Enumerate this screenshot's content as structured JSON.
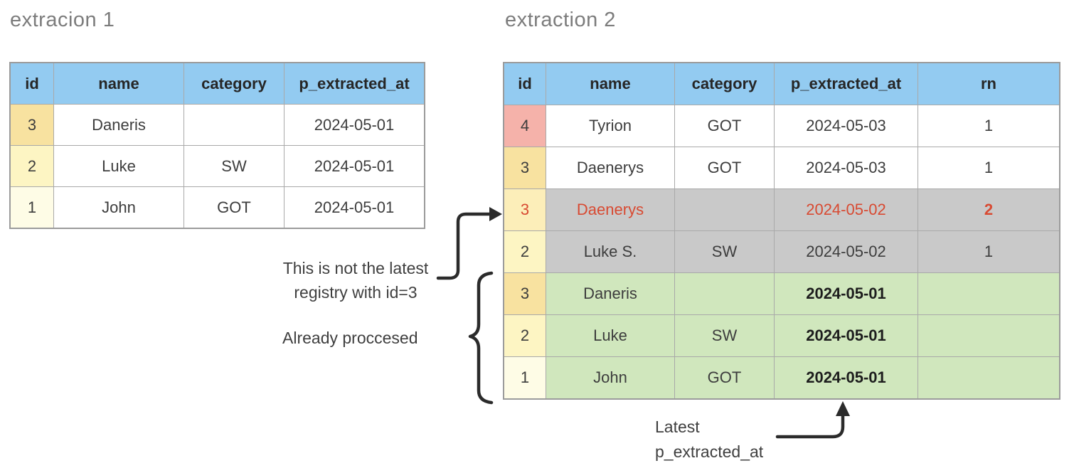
{
  "diagram": {
    "title_left": "extracion 1",
    "title_right": "extraction 2"
  },
  "table1": {
    "headers": [
      "id",
      "name",
      "category",
      "p_extracted_at"
    ],
    "rows": [
      {
        "id": "3",
        "name": "Daneris",
        "category": "",
        "p_extracted_at": "2024-05-01"
      },
      {
        "id": "2",
        "name": "Luke",
        "category": "SW",
        "p_extracted_at": "2024-05-01"
      },
      {
        "id": "1",
        "name": "John",
        "category": "GOT",
        "p_extracted_at": "2024-05-01"
      }
    ]
  },
  "table2": {
    "headers": [
      "id",
      "name",
      "category",
      "p_extracted_at",
      "rn"
    ],
    "rows": [
      {
        "id": "4",
        "name": "Tyrion",
        "category": "GOT",
        "p_extracted_at": "2024-05-03",
        "rn": "1"
      },
      {
        "id": "3",
        "name": "Daenerys",
        "category": "GOT",
        "p_extracted_at": "2024-05-03",
        "rn": "1"
      },
      {
        "id": "3",
        "name": "Daenerys",
        "category": "",
        "p_extracted_at": "2024-05-02",
        "rn": "2"
      },
      {
        "id": "2",
        "name": "Luke S.",
        "category": "SW",
        "p_extracted_at": "2024-05-02",
        "rn": "1"
      },
      {
        "id": "3",
        "name": "Daneris",
        "category": "",
        "p_extracted_at": "2024-05-01",
        "rn": ""
      },
      {
        "id": "2",
        "name": "Luke",
        "category": "SW",
        "p_extracted_at": "2024-05-01",
        "rn": ""
      },
      {
        "id": "1",
        "name": "John",
        "category": "GOT",
        "p_extracted_at": "2024-05-01",
        "rn": ""
      }
    ]
  },
  "annotations": {
    "not_latest_line1": "This is not the latest",
    "not_latest_line2": "registry with id=3",
    "already_processed": "Already proccesed",
    "latest_line1": "Latest",
    "latest_line2": "p_extracted_at"
  },
  "colors": {
    "header_blue": "#93cbf1",
    "id_gold": "#f8e2a0",
    "id_gold_light": "#fceeb9",
    "id_yellow": "#fdf5c3",
    "id_cream": "#fefce6",
    "id_pink": "#f5b2aa",
    "row_gray": "#c9c9c9",
    "row_green": "#d0e7bd",
    "red_text": "#d84a32",
    "arrow_dark": "#2b2b2b"
  }
}
